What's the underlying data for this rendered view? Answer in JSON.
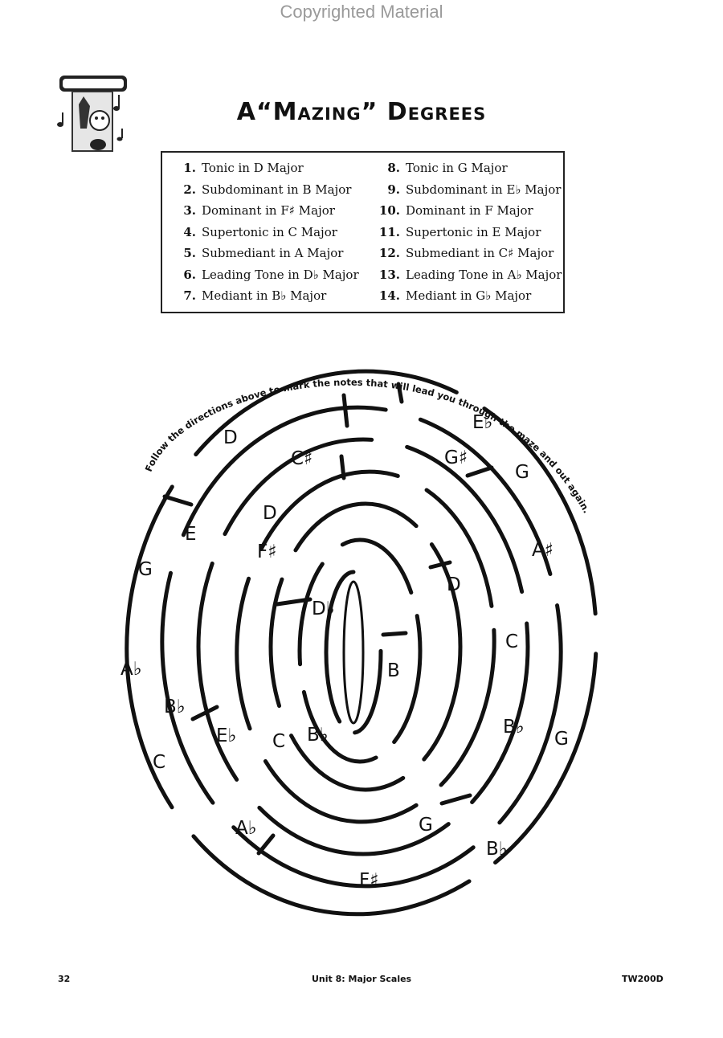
{
  "watermark": "Copyrighted Material",
  "title": "A“Mazing” Degrees",
  "directions": [
    {
      "num": "1.",
      "text": "Tonic in D Major"
    },
    {
      "num": "2.",
      "text": "Subdominant in B Major"
    },
    {
      "num": "3.",
      "text": "Dominant in F♯ Major"
    },
    {
      "num": "4.",
      "text": "Supertonic in C Major"
    },
    {
      "num": "5.",
      "text": "Submediant in A Major"
    },
    {
      "num": "6.",
      "text": "Leading Tone in D♭ Major"
    },
    {
      "num": "7.",
      "text": "Mediant in B♭ Major"
    },
    {
      "num": "8.",
      "text": "Tonic in G Major"
    },
    {
      "num": "9.",
      "text": "Subdominant in E♭ Major"
    },
    {
      "num": "10.",
      "text": "Dominant in F Major"
    },
    {
      "num": "11.",
      "text": "Supertonic in E Major"
    },
    {
      "num": "12.",
      "text": "Submediant in C♯ Major"
    },
    {
      "num": "13.",
      "text": "Leading Tone in A♭ Major"
    },
    {
      "num": "14.",
      "text": "Mediant in G♭ Major"
    }
  ],
  "instruction": "Follow the directions above to mark the notes that will lead you through the maze and out again.",
  "maze_notes": [
    "D",
    "E♭",
    "C♯",
    "G♯",
    "G",
    "D",
    "E",
    "F♯",
    "A♯",
    "G",
    "D♭",
    "D",
    "C",
    "A♭",
    "B",
    "B♭",
    "B♭",
    "E♭",
    "C",
    "B♭",
    "G",
    "C",
    "A♭",
    "G",
    "B♭",
    "F♯"
  ],
  "footer": {
    "page": "32",
    "unit": "Unit 8: Major Scales",
    "code": "TW200D"
  }
}
